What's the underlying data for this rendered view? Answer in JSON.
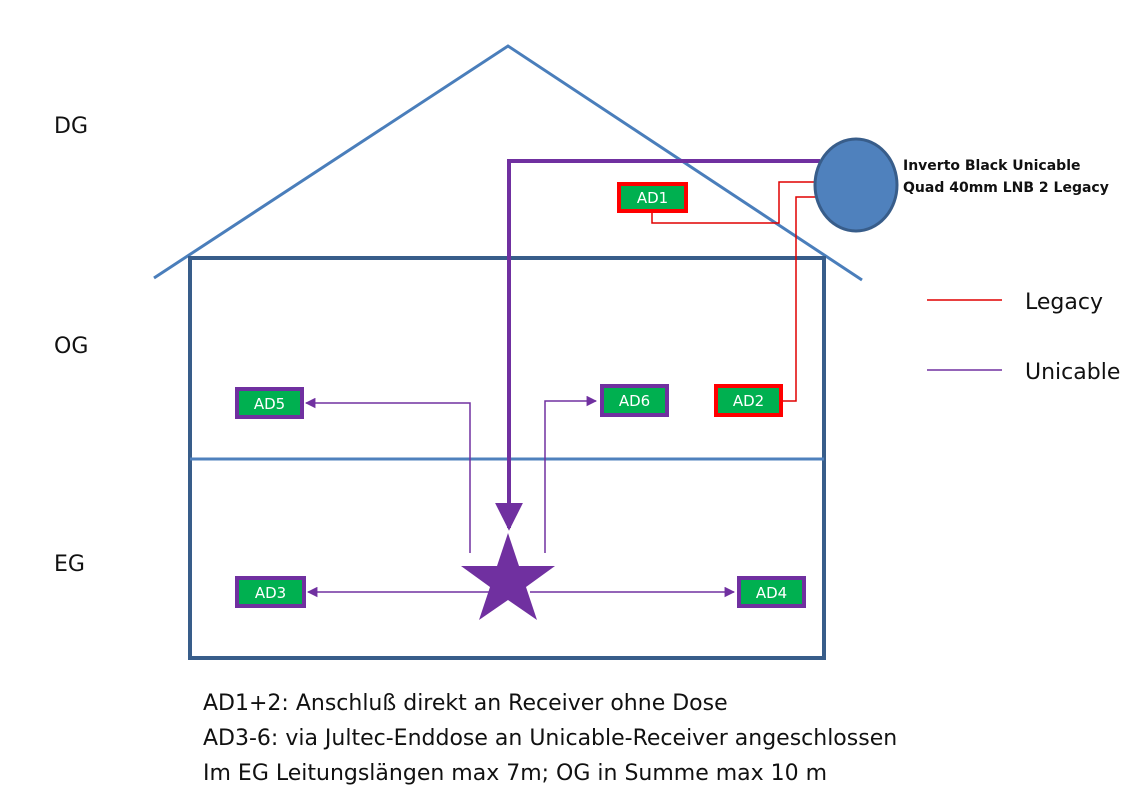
{
  "floors": {
    "dg": "DG",
    "og": "OG",
    "eg": "EG"
  },
  "lnb": {
    "label_line1": "Inverto Black Unicable",
    "label_line2": "Quad 40mm LNB 2 Legacy",
    "fill_color": "#4f81bd",
    "stroke_color": "#385d8a"
  },
  "outlets": {
    "ad1": {
      "label": "AD1",
      "type": "legacy"
    },
    "ad2": {
      "label": "AD2",
      "type": "legacy"
    },
    "ad3": {
      "label": "AD3",
      "type": "unicable"
    },
    "ad4": {
      "label": "AD4",
      "type": "unicable"
    },
    "ad5": {
      "label": "AD5",
      "type": "unicable"
    },
    "ad6": {
      "label": "AD6",
      "type": "unicable"
    }
  },
  "legend": {
    "legacy": {
      "label": "Legacy",
      "color": "#e00000"
    },
    "unicable": {
      "label": "Unicable",
      "color": "#7030a0"
    }
  },
  "colors": {
    "roof": "#4a7ebb",
    "walls": "#385d8a",
    "outlet_fill": "#00b050",
    "legacy": "#ff0000",
    "unicable": "#7030a0"
  },
  "hub": {
    "symbol": "star",
    "description": "Unicable distribution point"
  },
  "notes": [
    "AD1+2: Anschluß direkt an Receiver ohne Dose",
    "AD3-6: via Jultec-Enddose an Unicable-Receiver angeschlossen",
    "Im EG Leitungslängen max 7m; OG in Summe max 10 m"
  ]
}
